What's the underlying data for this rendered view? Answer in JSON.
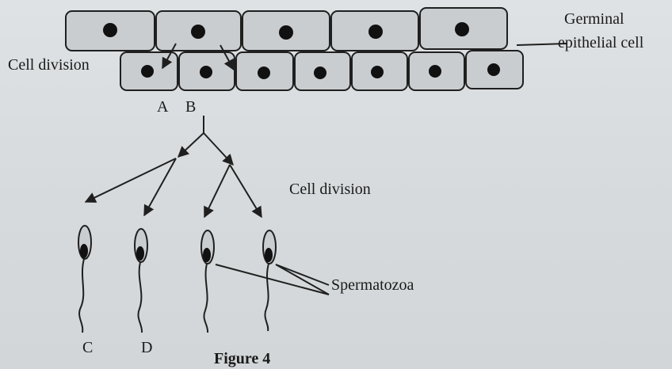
{
  "labels": {
    "germinal_line1": "Germinal",
    "germinal_line2": "epithelial cell",
    "cell_division_top": "Cell division",
    "cell_division_middle": "Cell division",
    "spermatozoa": "Spermatozoa",
    "a": "A",
    "b": "B",
    "c": "C",
    "d": "D",
    "figure_caption": "Figure 4"
  },
  "colors": {
    "cell_fill": "#c9cdd0",
    "outline": "#1f1f1f",
    "nucleus": "#111111"
  }
}
